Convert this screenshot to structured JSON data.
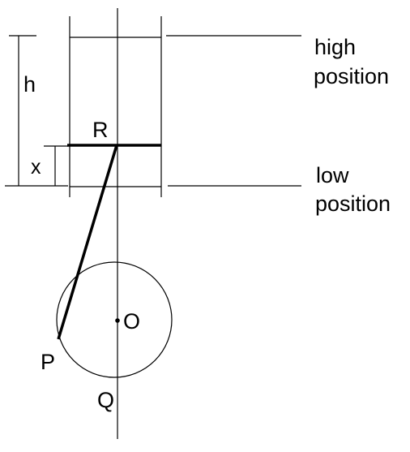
{
  "labels": {
    "h": "h",
    "x": "x",
    "R": "R",
    "O": "O",
    "P": "P",
    "Q": "Q",
    "high_position_line1": "high",
    "high_position_line2": "position",
    "low_position_line1": "low",
    "low_position_line2": "position"
  },
  "colors": {
    "ink": "#000000",
    "background": "#ffffff"
  }
}
